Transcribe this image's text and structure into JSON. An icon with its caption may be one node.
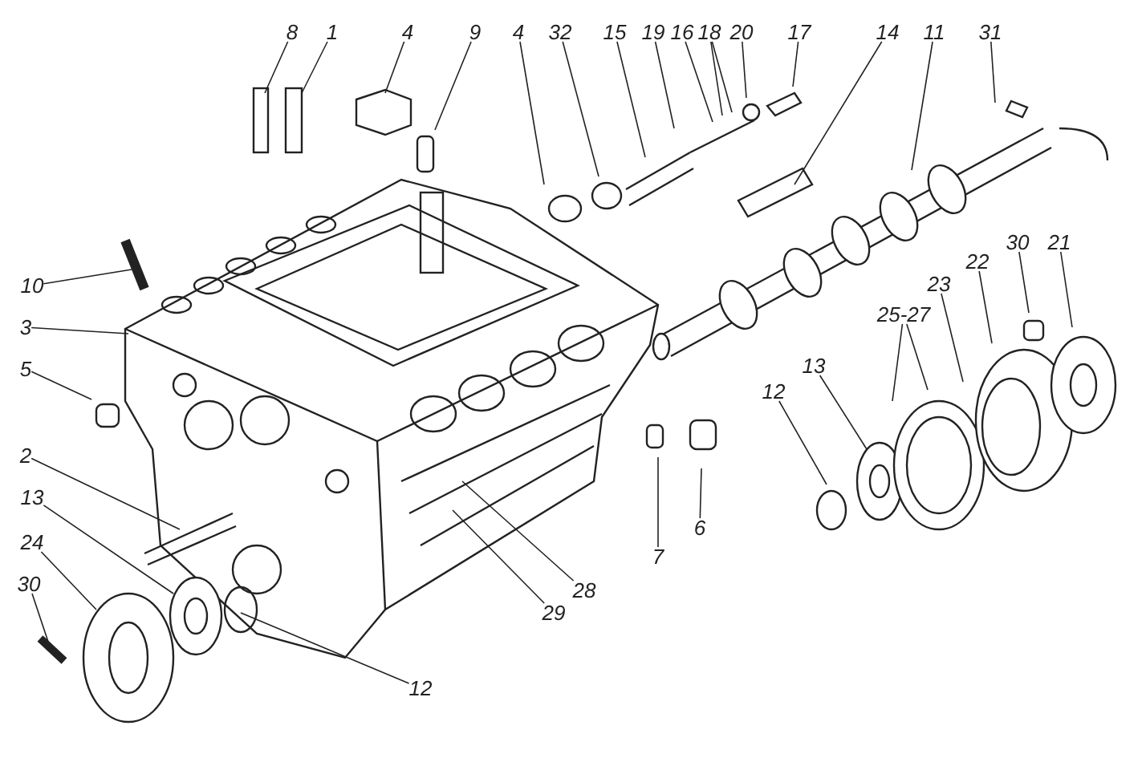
{
  "diagram": {
    "nodes": [
      {
        "text": [
          "8"
        ]
      },
      {
        "text": [
          "1"
        ]
      },
      {
        "text": [
          "4"
        ]
      },
      {
        "text": [
          "9"
        ]
      },
      {
        "text": [
          "4"
        ]
      },
      {
        "text": [
          "32"
        ]
      },
      {
        "text": [
          "15"
        ]
      },
      {
        "text": [
          "19"
        ]
      },
      {
        "text": [
          "16"
        ]
      },
      {
        "text": [
          "18"
        ]
      },
      {
        "text": [
          "20"
        ]
      },
      {
        "text": [
          "17"
        ]
      },
      {
        "text": [
          "14"
        ]
      },
      {
        "text": [
          "11"
        ]
      },
      {
        "text": [
          "31"
        ]
      },
      {
        "text": [
          "10"
        ]
      },
      {
        "text": [
          "3"
        ]
      },
      {
        "text": [
          "5"
        ]
      },
      {
        "text": [
          "2"
        ]
      },
      {
        "text": [
          "13"
        ]
      },
      {
        "text": [
          "24"
        ]
      },
      {
        "text": [
          "30"
        ]
      },
      {
        "text": [
          "30"
        ]
      },
      {
        "text": [
          "22"
        ]
      },
      {
        "text": [
          "21"
        ]
      },
      {
        "text": [
          "23"
        ]
      },
      {
        "text": [
          "25-27"
        ]
      },
      {
        "text": [
          "13"
        ]
      },
      {
        "text": [
          "12"
        ]
      },
      {
        "text": [
          "6"
        ]
      },
      {
        "text": [
          "7"
        ]
      },
      {
        "text": [
          "28"
        ]
      },
      {
        "text": [
          "29"
        ]
      },
      {
        "text": [
          "12"
        ]
      }
    ],
    "edges": [
      {
        "from": 0,
        "to": null,
        "arrow": "none"
      },
      {
        "from": 1,
        "to": null,
        "arrow": "none"
      },
      {
        "from": 2,
        "to": null,
        "arrow": "none"
      },
      {
        "from": 3,
        "to": null,
        "arrow": "none"
      },
      {
        "from": 4,
        "to": null,
        "arrow": "none"
      },
      {
        "from": 5,
        "to": null,
        "arrow": "none"
      },
      {
        "from": 6,
        "to": null,
        "arrow": "none"
      },
      {
        "from": 7,
        "to": null,
        "arrow": "none"
      },
      {
        "from": 8,
        "to": null,
        "arrow": "none"
      },
      {
        "from": 9,
        "to": null,
        "arrow": "none"
      },
      {
        "from": 9,
        "to": null,
        "arrow": "none"
      },
      {
        "from": 10,
        "to": null,
        "arrow": "none"
      },
      {
        "from": 11,
        "to": null,
        "arrow": "none"
      },
      {
        "from": 12,
        "to": null,
        "arrow": "none"
      },
      {
        "from": 13,
        "to": null,
        "arrow": "none"
      },
      {
        "from": 14,
        "to": null,
        "arrow": "none"
      },
      {
        "from": 15,
        "to": null,
        "arrow": "none"
      },
      {
        "from": 16,
        "to": null,
        "arrow": "none"
      },
      {
        "from": 17,
        "to": null,
        "arrow": "none"
      },
      {
        "from": 18,
        "to": null,
        "arrow": "none"
      },
      {
        "from": 19,
        "to": null,
        "arrow": "none"
      },
      {
        "from": 20,
        "to": null,
        "arrow": "none"
      },
      {
        "from": 21,
        "to": null,
        "arrow": "none"
      },
      {
        "from": 22,
        "to": null,
        "arrow": "none"
      },
      {
        "from": 23,
        "to": null,
        "arrow": "none"
      },
      {
        "from": 24,
        "to": null,
        "arrow": "none"
      },
      {
        "from": 25,
        "to": null,
        "arrow": "none"
      },
      {
        "from": 26,
        "to": null,
        "arrow": "none"
      },
      {
        "from": 26,
        "to": null,
        "arrow": "none"
      },
      {
        "from": 27,
        "to": null,
        "arrow": "none"
      },
      {
        "from": 28,
        "to": null,
        "arrow": "none"
      },
      {
        "from": 29,
        "to": null,
        "arrow": "none"
      },
      {
        "from": 30,
        "to": null,
        "arrow": "none"
      },
      {
        "from": 31,
        "to": null,
        "arrow": "none"
      },
      {
        "from": 32,
        "to": null,
        "arrow": "none"
      },
      {
        "from": 33,
        "to": null,
        "arrow": "none"
      }
    ]
  }
}
